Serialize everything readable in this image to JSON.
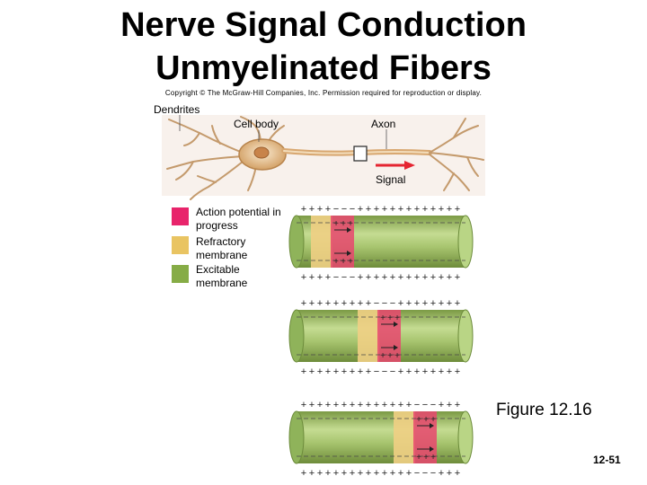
{
  "title": {
    "line1": "Nerve Signal Conduction",
    "line2": "Unmyelinated Fibers"
  },
  "copyright": "Copyright © The McGraw-Hill Companies, Inc. Permission required for reproduction or display.",
  "neuron": {
    "dendrites_label": "Dendrites",
    "cell_body_label": "Cell body",
    "axon_label": "Axon",
    "signal_label": "Signal"
  },
  "legend": {
    "items": [
      {
        "label": "Action potential in progress",
        "color": "#e8246b"
      },
      {
        "label": "Refractory membrane",
        "color": "#e9c462"
      },
      {
        "label": "Excitable membrane",
        "color": "#86ac46"
      }
    ]
  },
  "colors": {
    "axon_green": "#a4c56c",
    "active_pink": "#e8476e",
    "refractory_yellow": "#efcf84"
  },
  "figure_label": "Figure 12.16",
  "page_number": "12-51"
}
